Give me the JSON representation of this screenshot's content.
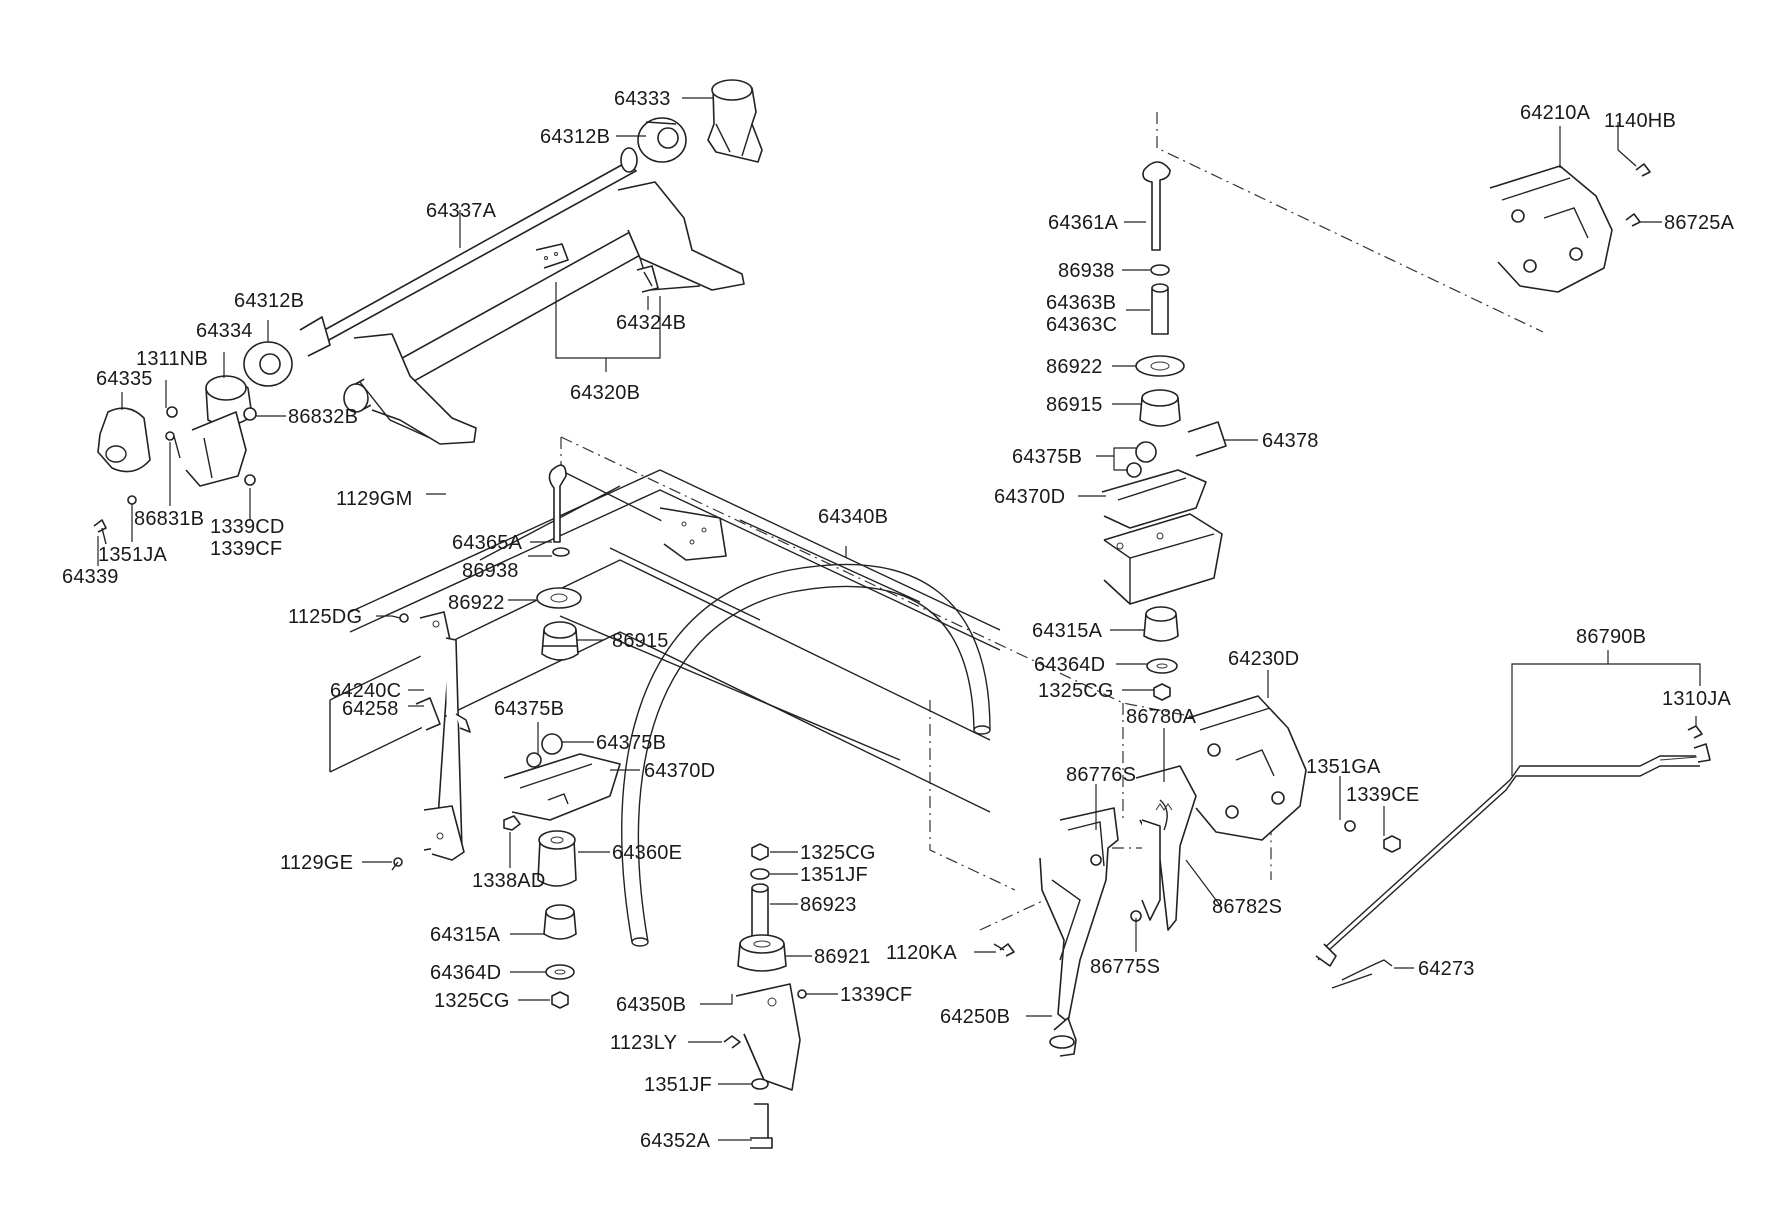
{
  "labels": {
    "p64333": "64333",
    "p64312B_top": "64312B",
    "p64337A": "64337A",
    "p64312B_mid": "64312B",
    "p64334": "64334",
    "p1311NB": "1311NB",
    "p64335": "64335",
    "p86832B": "86832B",
    "p64324B": "64324B",
    "p64320B": "64320B",
    "p86831B": "86831B",
    "p1339CD": "1339CD",
    "p1339CF_a": "1339CF",
    "p1351JA": "1351JA",
    "p64339": "64339",
    "p1129GM": "1129GM",
    "p64365A": "64365A",
    "p86938_a": "86938",
    "p86922_a": "86922",
    "p86915_a": "86915",
    "p1125DG": "1125DG",
    "p64240C": "64240C",
    "p64258": "64258",
    "p64375B_a": "64375B",
    "p64375B_b": "64375B",
    "p64370D_a": "64370D",
    "p64360E": "64360E",
    "p1129GE": "1129GE",
    "p1338AD": "1338AD",
    "p64315A_a": "64315A",
    "p64364D_a": "64364D",
    "p1325CG_a": "1325CG",
    "p1325CG_b": "1325CG",
    "p1351JF_a": "1351JF",
    "p86923": "86923",
    "p86921": "86921",
    "p64350B": "64350B",
    "p1339CF_b": "1339CF",
    "p1123LY": "1123LY",
    "p1351JF_b": "1351JF",
    "p64352A": "64352A",
    "p64340B": "64340B",
    "p64361A": "64361A",
    "p86938_b": "86938",
    "p64363B": "64363B",
    "p64363C": "64363C",
    "p86922_b": "86922",
    "p86915_b": "86915",
    "p64375B_c": "64375B",
    "p64378": "64378",
    "p64370D_b": "64370D",
    "p64315A_b": "64315A",
    "p64364D_b": "64364D",
    "p1325CG_c": "1325CG",
    "p64230D": "64230D",
    "p86780A": "86780A",
    "p86776S": "86776S",
    "p1351GA": "1351GA",
    "p1339CE": "1339CE",
    "p86782S": "86782S",
    "p86775S": "86775S",
    "p1120KA": "1120KA",
    "p64250B": "64250B",
    "p64210A": "64210A",
    "p1140HB": "1140HB",
    "p86725A": "86725A",
    "p86790B": "86790B",
    "p1310JA": "1310JA",
    "p64273": "64273"
  }
}
